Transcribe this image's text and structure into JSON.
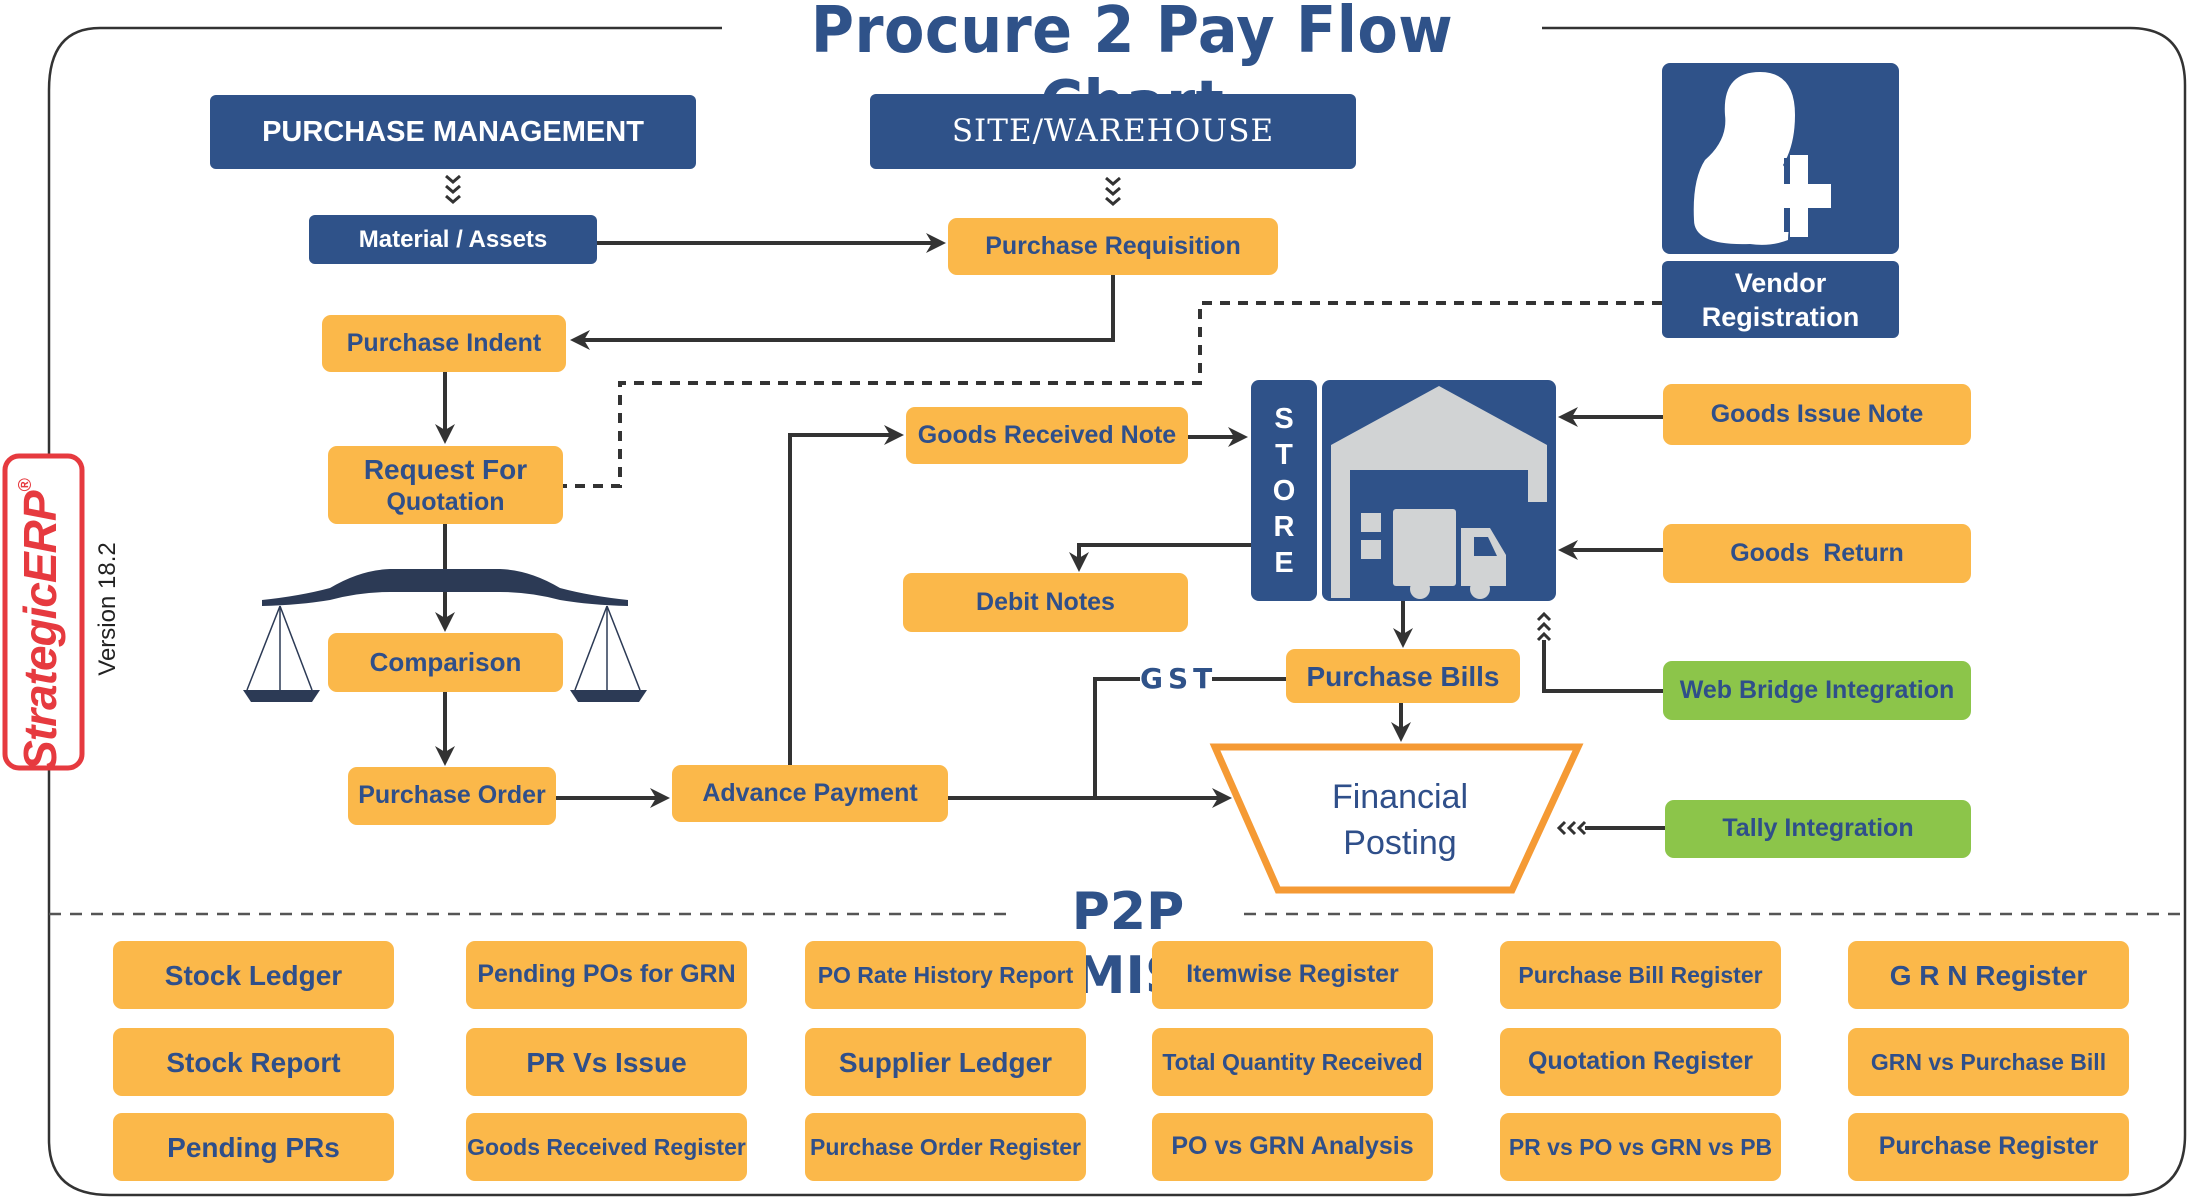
{
  "title": "Procure 2 Pay Flow Chart",
  "brand": {
    "logo_text": "StrategicERP",
    "registered_mark": "®",
    "version": "Version 18.2",
    "colors": {
      "primary_blue": "#2f5289",
      "text_blue": "#2f4f8a",
      "orange": "#fbb84a",
      "green": "#8cc54a",
      "accent_orange_outline": "#f59a34",
      "logo_red": "#e63a3f",
      "connector": "#333333",
      "warehouse_gray": "#d1d3d4"
    }
  },
  "flow": {
    "headers": {
      "purchase_management": "PURCHASE MANAGEMENT",
      "site_warehouse": "SITE/WAREHOUSE"
    },
    "nodes": {
      "material_assets": "Material / Assets",
      "purchase_requisition": "Purchase Requisition",
      "purchase_indent": "Purchase Indent",
      "rfq_line1": "Request For",
      "rfq_line2": "Quotation",
      "comparison": "Comparison",
      "purchase_order": "Purchase Order",
      "advance_payment": "Advance Payment",
      "goods_received_note": "Goods Received Note",
      "debit_notes": "Debit Notes",
      "purchase_bills": "Purchase Bills",
      "financial_posting_line1": "Financial",
      "financial_posting_line2": "Posting",
      "gst_label": "GST",
      "vendor_registration_line1": "Vendor",
      "vendor_registration_line2": "Registration",
      "store_letters": [
        "S",
        "T",
        "O",
        "R",
        "E"
      ]
    },
    "inputs_right": {
      "goods_issue_note": "Goods Issue Note",
      "goods_return": "Goods  Return",
      "web_bridge_integration": "Web Bridge Integration",
      "tally_integration": "Tally Integration"
    },
    "icons": {
      "vendor": "add-user-icon",
      "store": "warehouse-truck-icon",
      "comparison": "balance-scale-icon"
    }
  },
  "mis": {
    "title": "P2P MIS",
    "columns": [
      [
        "Stock Ledger",
        "Stock Report",
        "Pending PRs"
      ],
      [
        "Pending POs for GRN",
        "PR Vs Issue",
        "Goods Received Register"
      ],
      [
        "PO Rate History Report",
        "Supplier Ledger",
        "Purchase Order Register"
      ],
      [
        "Itemwise Register",
        "Total Quantity Received",
        "PO vs GRN Analysis"
      ],
      [
        "Purchase Bill Register",
        "Quotation Register",
        "PR vs PO vs GRN vs PB"
      ],
      [
        "G R N Register",
        "GRN vs Purchase Bill",
        "Purchase Register"
      ]
    ]
  }
}
